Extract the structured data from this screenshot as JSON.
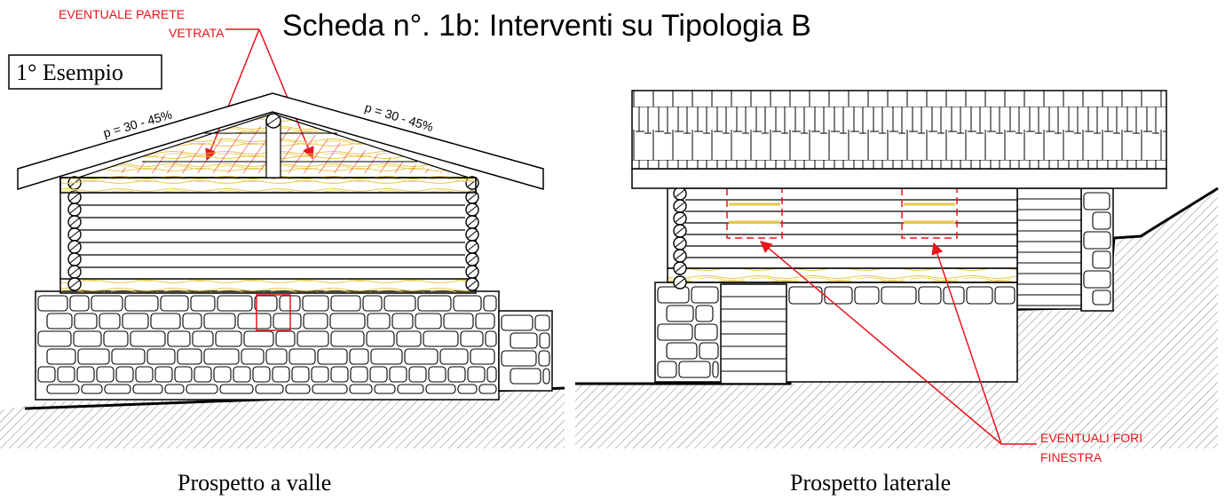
{
  "title": "Scheda n°. 1b: Interventi su Tipologia B",
  "example_label": "1° Esempio",
  "annotations": {
    "parete_vetrata_line1": "EVENTUALE PARETE",
    "parete_vetrata_line2": "VETRATA",
    "fori_finestra_line1": "EVENTUALI FORI",
    "fori_finestra_line2": "FINESTRA"
  },
  "slopes": {
    "left": "p = 30 - 45%",
    "right": "p = 30 - 45%"
  },
  "captions": {
    "front": "Prospetto a valle",
    "side": "Prospetto laterale"
  },
  "colors": {
    "annotation_red": "#e8141b",
    "wood_yellow": "#e9c84a",
    "line": "#000000",
    "hatch": "#8a8a8a"
  }
}
